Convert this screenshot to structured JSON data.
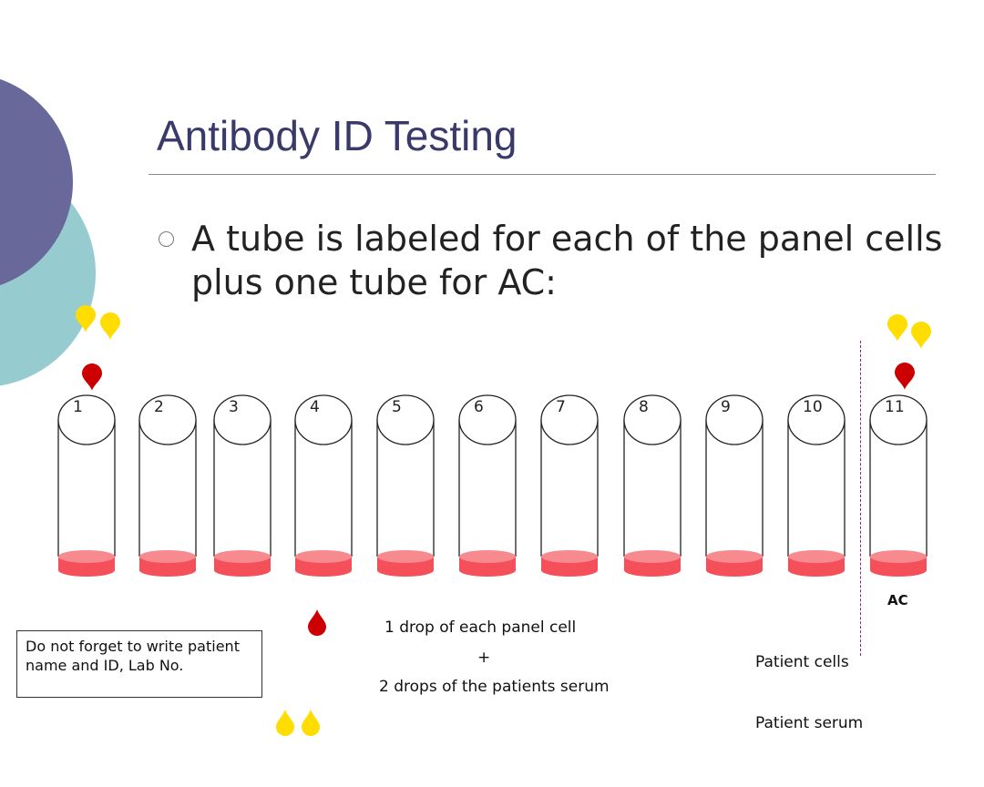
{
  "slide": {
    "title": "Antibody ID Testing",
    "bullet": "A tube is labeled for each of the panel cells plus one tube for AC:"
  },
  "tubes": [
    "1",
    "2",
    "3",
    "4",
    "5",
    "6",
    "7",
    "8",
    "9",
    "10",
    "11"
  ],
  "ac_label": "AC",
  "note": "Do not forget to write patient name and ID, Lab No.",
  "instructions": {
    "cells_drop": "1 drop of each panel cell",
    "plus": "+",
    "serum_drops": "2 drops of the patients serum"
  },
  "legend": {
    "cells": "Patient cells",
    "serum": "Patient serum"
  },
  "colors": {
    "title": "#3a3a6a",
    "circle_dark": "#68689a",
    "circle_light": "#96ccd0",
    "serum_drop": "#ffdd00",
    "cell_drop": "#cc0000",
    "cell_layer": "#f54f5a",
    "cell_layer_top": "#f78a8f"
  }
}
